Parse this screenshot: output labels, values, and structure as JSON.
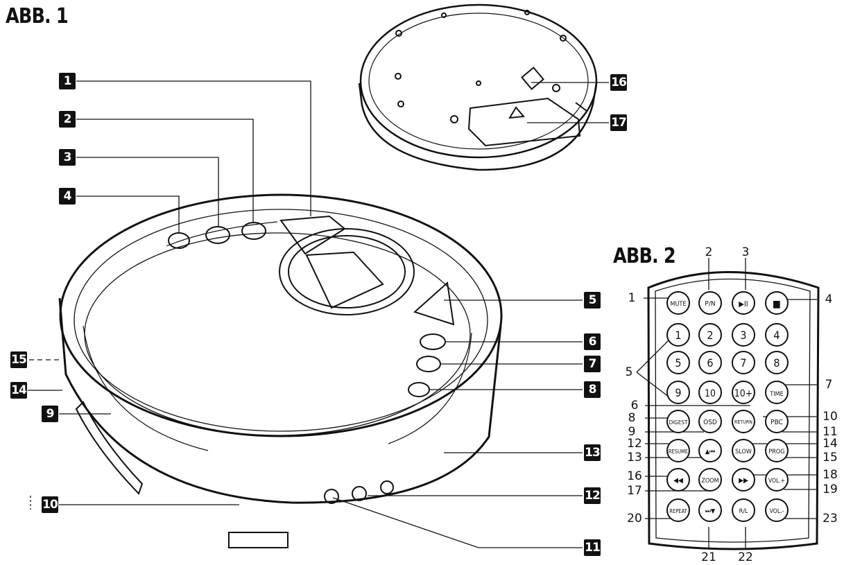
{
  "figure1": {
    "title": "ABB. 1",
    "callouts": [
      "1",
      "2",
      "3",
      "4",
      "5",
      "6",
      "7",
      "8",
      "9",
      "10",
      "11",
      "12",
      "13",
      "14",
      "15",
      "16",
      "17"
    ]
  },
  "figure2": {
    "title": "ABB. 2",
    "buttons": {
      "mute": "MUTE",
      "pn": "P/N",
      "play_pause": "▶II",
      "stop": "■",
      "n1": "1",
      "n2": "2",
      "n3": "3",
      "n4": "4",
      "n5": "5",
      "n6": "6",
      "n7": "7",
      "n8": "8",
      "n9": "9",
      "n10": "10",
      "n10plus": "10+",
      "time": "TIME",
      "digest": "DIGEST",
      "osd": "OSD",
      "return": "RETURN",
      "pbc": "PBC",
      "resume": "RESUME",
      "up_prev": "▲⏮",
      "slow": "SLOW",
      "prog": "PROG",
      "rew": "◀◀",
      "zoom": "ZOOM",
      "ff": "▶▶",
      "volup": "VOL.+",
      "repeat": "REPEAT",
      "next_down": "⏭▼",
      "rl": "R/L",
      "voldown": "VOL.-"
    },
    "labels": [
      "1",
      "2",
      "3",
      "4",
      "5",
      "6",
      "7",
      "8",
      "9",
      "10",
      "11",
      "12",
      "13",
      "14",
      "15",
      "16",
      "17",
      "18",
      "19",
      "20",
      "21",
      "22",
      "23"
    ]
  }
}
